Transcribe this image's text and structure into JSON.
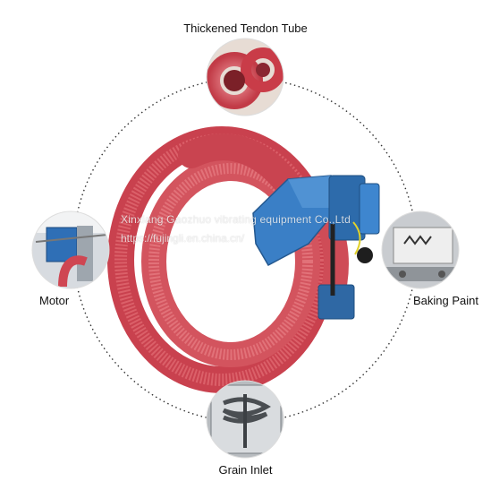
{
  "labels": {
    "top": "Thickened Tendon Tube",
    "left": "Motor",
    "right": "Baking Paint",
    "bottom": "Grain Inlet"
  },
  "watermark": {
    "line1": "Xinxiang Gaozhuo vibrating equipment Co.,Ltd",
    "line2": "https://fujingli.en.china.cn/"
  },
  "colors": {
    "hose": "#d8565f",
    "hose_dark": "#b53a45",
    "hose_light": "#ef8a90",
    "motor_blue": "#3a7fc6",
    "ring_dots": "#333333"
  }
}
